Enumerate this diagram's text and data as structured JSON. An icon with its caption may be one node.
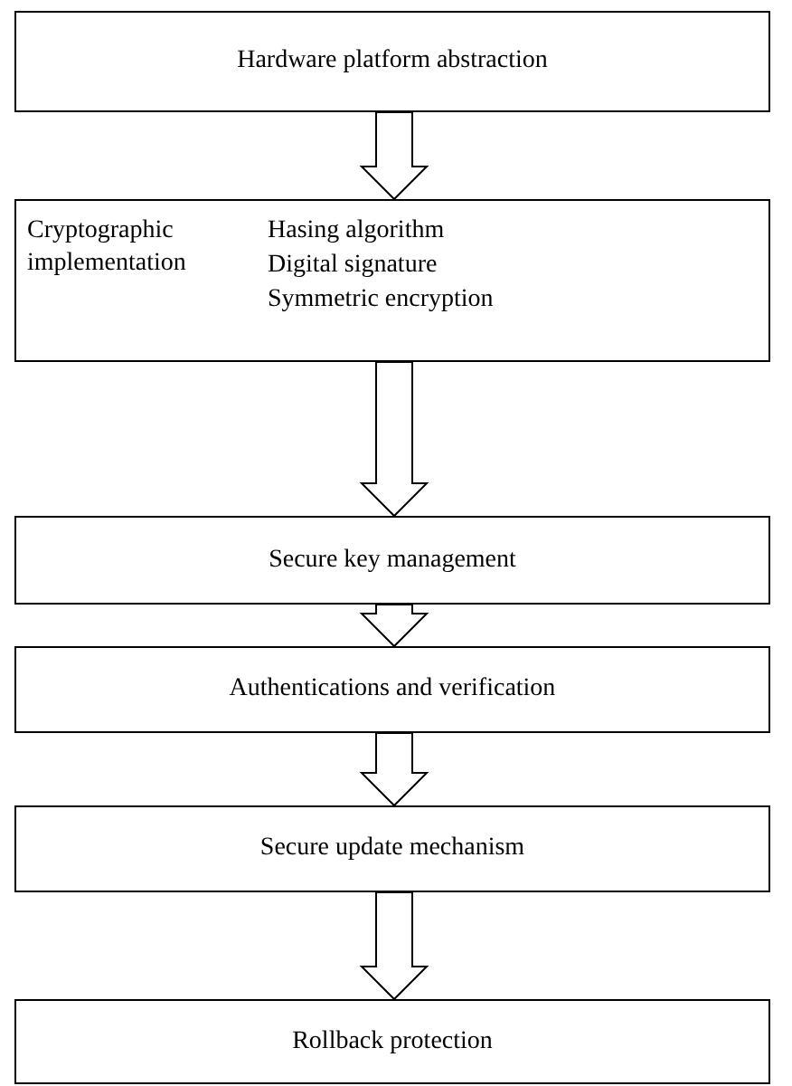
{
  "diagram": {
    "nodes": [
      {
        "text": [
          "Hardware platform abstraction"
        ]
      },
      {
        "text": [
          "Cryptographic implementation",
          "Hasing algorithm",
          "Digital signature",
          "Symmetric encryption"
        ]
      },
      {
        "text": [
          "Secure key management"
        ]
      },
      {
        "text": [
          "Authentications and verification"
        ]
      },
      {
        "text": [
          "Secure update mechanism"
        ]
      },
      {
        "text": [
          "Rollback protection"
        ]
      }
    ],
    "edges": [
      {
        "from": 0,
        "to": 1,
        "arrow": "to"
      },
      {
        "from": 1,
        "to": 2,
        "arrow": "to"
      },
      {
        "from": 2,
        "to": 3,
        "arrow": "to"
      },
      {
        "from": 3,
        "to": 4,
        "arrow": "to"
      },
      {
        "from": 4,
        "to": 5,
        "arrow": "to"
      }
    ]
  }
}
